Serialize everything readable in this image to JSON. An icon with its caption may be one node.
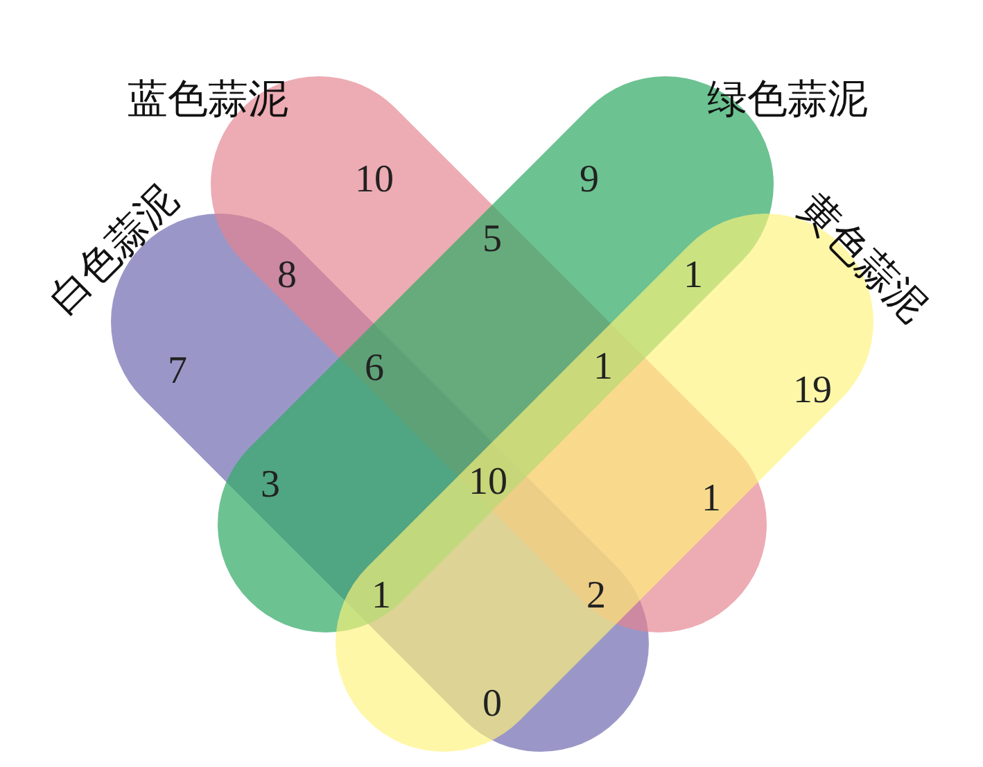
{
  "diagram": {
    "nodes": [
      {
        "text": [
          "白色蒜泥"
        ]
      },
      {
        "text": [
          "蓝色蒜泥"
        ]
      },
      {
        "text": [
          "绿色蒜泥"
        ]
      },
      {
        "text": [
          "黄色蒜泥"
        ]
      }
    ],
    "labels": [
      "10",
      "9",
      "5",
      "8",
      "1",
      "7",
      "6",
      "1",
      "19",
      "3",
      "10",
      "1",
      "1",
      "2",
      "0"
    ]
  }
}
